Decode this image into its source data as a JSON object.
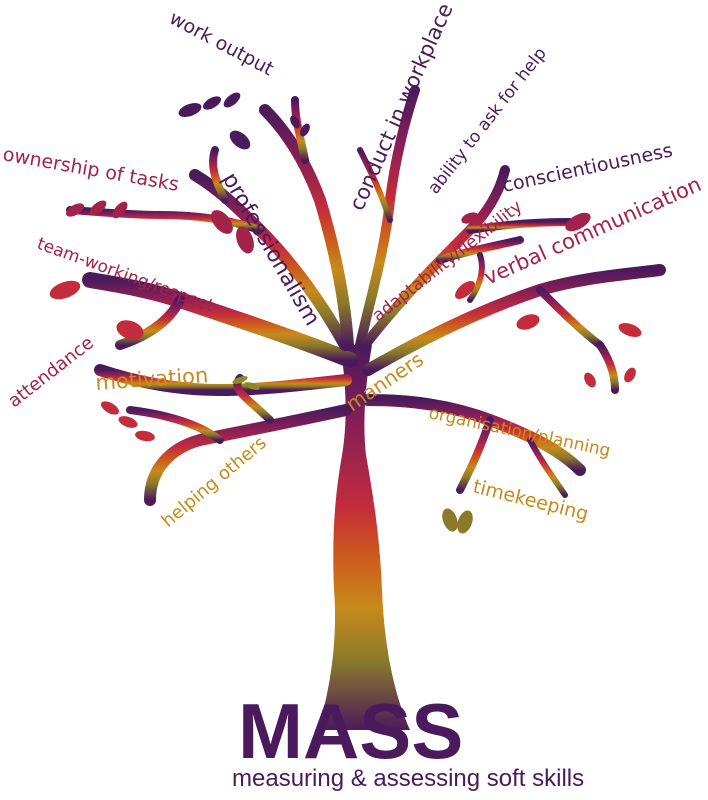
{
  "brand": {
    "title": "MASS",
    "subtitle": "measuring & assessing soft skills"
  },
  "colors": {
    "purple": "#4b1a5c",
    "crimson": "#a3224a",
    "red": "#c42c3c",
    "orange": "#cc6a1c",
    "amber": "#c88a1c",
    "olive": "#8a8a2a"
  },
  "skills": [
    "work output",
    "conduct in workplace",
    "ability to ask for help",
    "conscientiousness",
    "ownership of tasks",
    "professionalism",
    "verbal communication",
    "adaptability/flexibility",
    "team-working/respect",
    "attendance",
    "motivation",
    "manners",
    "organisation/planning",
    "helping others",
    "timekeeping"
  ]
}
